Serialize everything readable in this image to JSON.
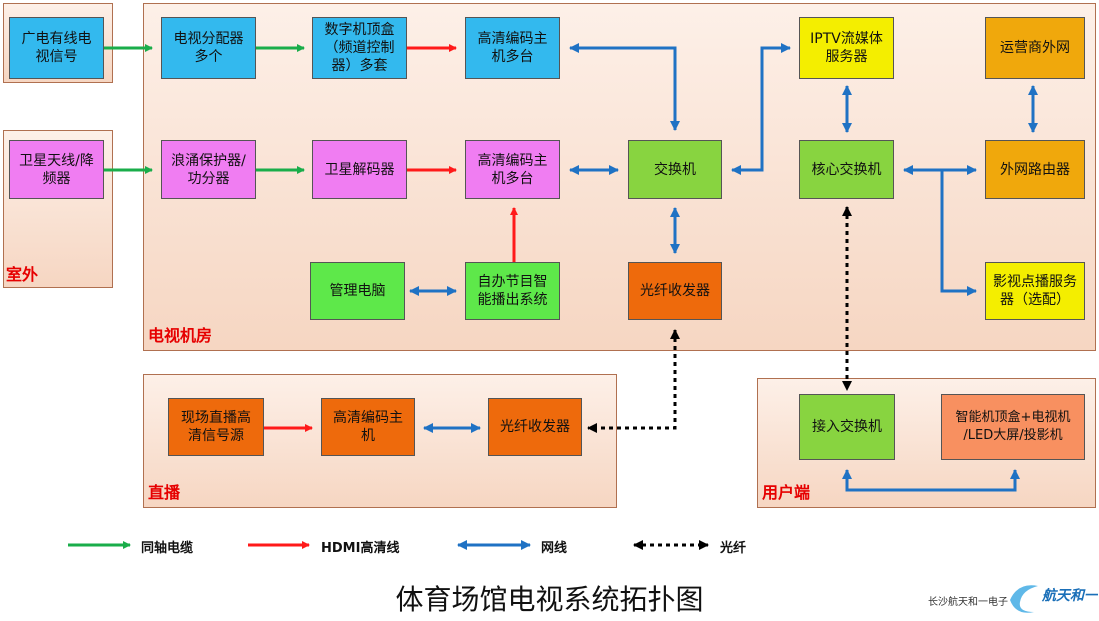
{
  "zones": {
    "outdoor": "室外",
    "tv_room": "电视机房",
    "live": "直播",
    "user_end": "用户端"
  },
  "nodes": {
    "cable_tv_signal": "广电有线电\n视信号",
    "tv_splitter": "电视分配器\n多个",
    "digital_stb": "数字机顶盒\n（频道控制\n器）多套",
    "hd_encoder_1": "高清编码主\n机多台",
    "iptv_server": "IPTV流媒体\n服务器",
    "carrier_wan": "运营商外网",
    "sat_antenna": "卫星天线/降\n频器",
    "surge_protector": "浪涌保护器/\n功分器",
    "sat_decoder": "卫星解码器",
    "hd_encoder_2": "高清编码主\n机多台",
    "switch": "交换机",
    "core_switch": "核心交换机",
    "wan_router": "外网路由器",
    "mgmt_pc": "管理电脑",
    "broadcast_sys": "自办节目智\n能播出系统",
    "fiber_tx_room": "光纤收发器",
    "vod_server": "影视点播服务\n器（选配）",
    "live_source": "现场直播高\n清信号源",
    "hd_encoder_live": "高清编码主\n机",
    "fiber_tx_live": "光纤收发器",
    "access_switch": "接入交换机",
    "smart_stb": "智能机顶盒+电视机\n/LED大屏/投影机"
  },
  "legend": {
    "coax": "同轴电缆",
    "hdmi": "HDMI高清线",
    "network": "网线",
    "fiber": "光纤"
  },
  "colors": {
    "coax": "#1aad4a",
    "hdmi": "#ff1a1a",
    "network": "#1f72c4",
    "fiber": "#000000"
  },
  "title": "体育场馆电视系统拓扑图",
  "credit": "长沙航天和一电子",
  "logo_text": "航天和一"
}
